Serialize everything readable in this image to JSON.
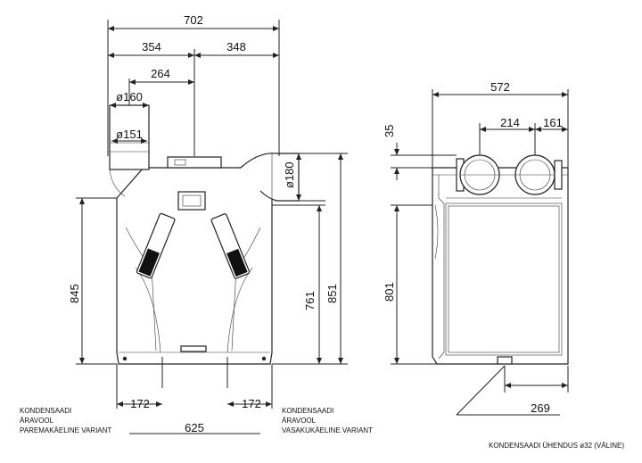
{
  "front_view": {
    "dims": {
      "overall_width": "702",
      "left_to_center": "354",
      "center_to_right": "348",
      "duct_offset": "264",
      "duct_outer_dia": "ø160",
      "duct_inner_dia": "ø151",
      "side_duct_dia": "ø180",
      "height_total": "845",
      "height_761": "761",
      "height_851": "851",
      "foot_left": "172",
      "foot_right": "172",
      "base_width": "625"
    },
    "notes": {
      "left": [
        "KONDENSAADI",
        "ÄRAVOOL",
        "PAREMAKÄELINE VARIANT"
      ],
      "right": [
        "KONDENSAADI",
        "ÄRAVOOL",
        "VASAKUKÄELINE VARIANT"
      ]
    }
  },
  "side_view": {
    "dims": {
      "depth": "572",
      "duct_spacing": "214",
      "duct_edge": "161",
      "top_offset": "35",
      "height": "801",
      "drain_offset": "269"
    },
    "notes": {
      "drain": "KONDENSAADI ÜHENDUS ø32 (VÄLINE)"
    }
  }
}
